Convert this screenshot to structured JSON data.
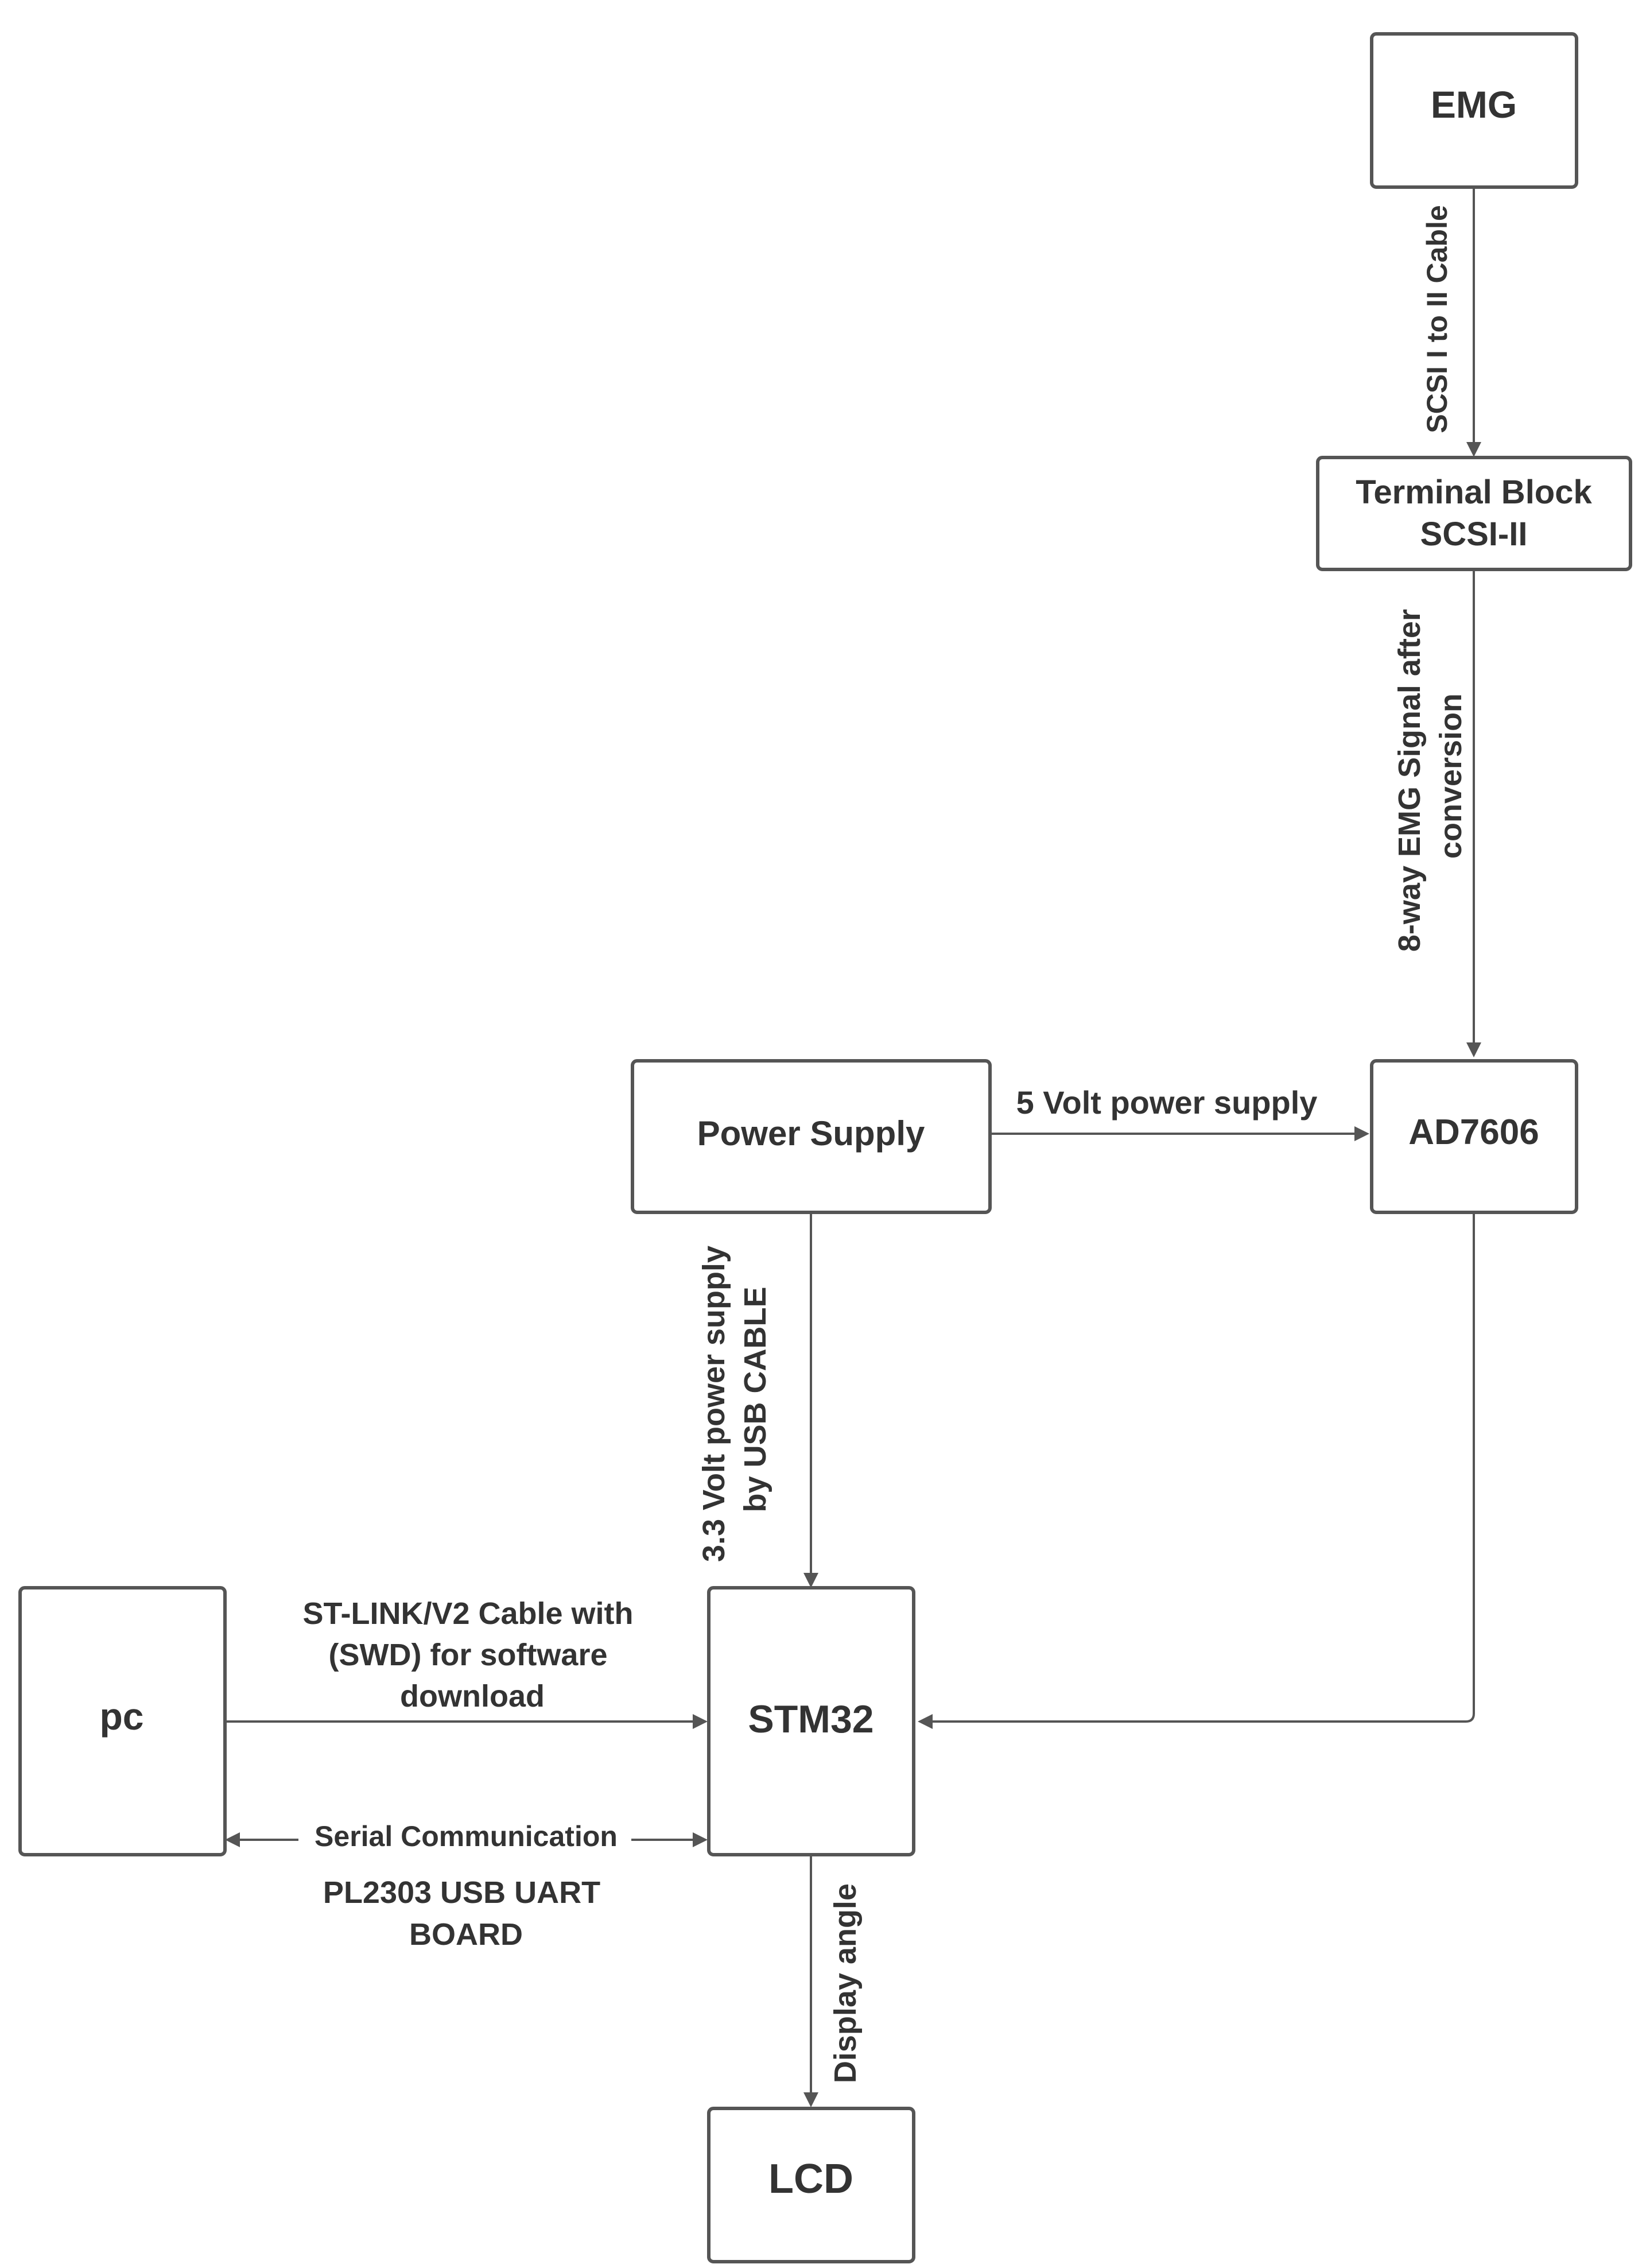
{
  "diagram": {
    "nodes": {
      "emg": {
        "lines": [
          "EMG"
        ]
      },
      "terminal": {
        "lines": [
          "Terminal Block",
          "SCSI-II"
        ]
      },
      "power": {
        "lines": [
          "Power Supply"
        ]
      },
      "ad7606": {
        "lines": [
          "AD7606"
        ]
      },
      "pc": {
        "lines": [
          "pc"
        ]
      },
      "stm32": {
        "lines": [
          "STM32"
        ]
      },
      "lcd": {
        "lines": [
          "LCD"
        ]
      }
    },
    "edges": {
      "emg_terminal": {
        "lines": [
          "SCSI I to II Cable"
        ]
      },
      "terminal_ad7606": {
        "lines": [
          "8-way EMG Signal after",
          "conversion"
        ]
      },
      "power_ad7606": {
        "lines": [
          "5 Volt power supply"
        ]
      },
      "power_stm32": {
        "lines": [
          "3.3 Volt power supply",
          "by USB CABLE"
        ]
      },
      "pc_stm32": {
        "lines": [
          "ST-LINK/V2 Cable with",
          "(SWD) for software",
          "download"
        ]
      },
      "pc_stm32_serial": {
        "lines": [
          "Serial Communication"
        ]
      },
      "pc_stm32_board": {
        "lines": [
          "PL2303 USB UART",
          "BOARD"
        ]
      },
      "stm32_lcd": {
        "lines": [
          "Display angle"
        ]
      },
      "ad7606_stm32": {
        "lines": []
      }
    }
  }
}
